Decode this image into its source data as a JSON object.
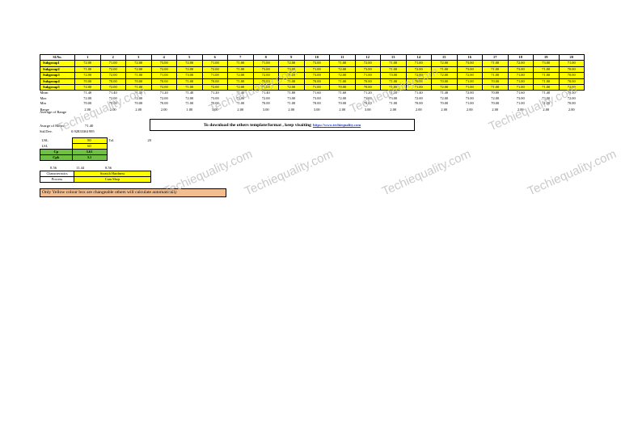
{
  "table": {
    "header": [
      "Sl.No.",
      "1",
      "2",
      "3",
      "4",
      "5",
      "6",
      "7",
      "8",
      "9",
      "10",
      "11",
      "12",
      "13",
      "14",
      "15",
      "16",
      "17",
      "18",
      "19",
      "20"
    ],
    "subgroups": [
      {
        "name": "Subgroup1",
        "values": [
          "72.00",
          "71.00",
          "72.00",
          "73.00",
          "72.00",
          "71.00",
          "71.00",
          "71.00",
          "72.00",
          "73.00",
          "71.00",
          "72.00",
          "71.00",
          "71.00",
          "72.00",
          "73.00",
          "71.00",
          "72.00",
          "73.00",
          "71.00"
        ]
      },
      {
        "name": "Subgroup2",
        "values": [
          "71.00",
          "72.00",
          "72.00",
          "72.00",
          "72.00",
          "72.00",
          "71.00",
          "73.00",
          "73.00",
          "71.00",
          "72.00",
          "73.00",
          "71.00",
          "72.00",
          "71.00",
          "73.00",
          "71.00",
          "73.00",
          "71.00",
          "70.00"
        ]
      },
      {
        "name": "Subgroup3",
        "values": [
          "72.00",
          "72.00",
          "71.00",
          "71.00",
          "73.00",
          "71.00",
          "72.00",
          "72.00",
          "71.00",
          "73.00",
          "72.00",
          "71.00",
          "73.00",
          "72.00",
          "72.00",
          "72.00",
          "71.00",
          "71.00",
          "71.00",
          "70.00"
        ]
      },
      {
        "name": "Subgroup4",
        "values": [
          "70.00",
          "70.00",
          "70.00",
          "70.00",
          "71.00",
          "70.00",
          "71.00",
          "70.00",
          "71.00",
          "70.00",
          "71.00",
          "70.00",
          "71.00",
          "70.00",
          "70.00",
          "71.00",
          "70.00",
          "71.00",
          "71.00",
          "70.00"
        ]
      },
      {
        "name": "Subgroup5",
        "values": [
          "72.00",
          "72.00",
          "71.00",
          "72.00",
          "71.00",
          "72.00",
          "72.00",
          "71.00",
          "72.00",
          "71.00",
          "70.00",
          "70.00",
          "71.00",
          "71.00",
          "72.00",
          "71.00",
          "71.00",
          "71.00",
          "71.00",
          "72.00"
        ]
      }
    ],
    "stats": [
      {
        "name": "Mean",
        "values": [
          "71.40",
          "71.40",
          "71.40",
          "71.20",
          "71.40",
          "71.20",
          "71.40",
          "71.40",
          "71.80",
          "71.60",
          "71.60",
          "71.20",
          "71.20",
          "71.40",
          "71.40",
          "72.00",
          "70.80",
          "71.60",
          "71.40",
          "70.40"
        ]
      },
      {
        "name": "Max",
        "values": [
          "72.00",
          "72.00",
          "72.00",
          "72.00",
          "72.00",
          "73.00",
          "73.00",
          "72.00",
          "73.00",
          "73.00",
          "72.00",
          "73.00",
          "73.00",
          "72.00",
          "72.00",
          "73.00",
          "72.00",
          "73.00",
          "73.00",
          "72.00"
        ]
      },
      {
        "name": "Min",
        "values": [
          "70.00",
          "70.00",
          "70.00",
          "70.00",
          "71.00",
          "70.00",
          "71.00",
          "70.00",
          "71.00",
          "70.00",
          "70.00",
          "70.00",
          "71.00",
          "70.00",
          "70.00",
          "71.00",
          "70.00",
          "71.00",
          "71.00",
          "70.00"
        ]
      },
      {
        "name": "Range",
        "values": [
          "2.00",
          "2.00",
          "2.00",
          "2.00",
          "1.00",
          "3.00",
          "2.00",
          "3.00",
          "2.00",
          "3.00",
          "2.00",
          "3.00",
          "2.00",
          "2.00",
          "2.00",
          "2.00",
          "2.00",
          "2.00",
          "2.00",
          "2.00"
        ]
      }
    ]
  },
  "summary": {
    "avg_range_label": "Average of Range",
    "avg_mean_label": "Avarge of Mean",
    "avg_mean_value": "71.40",
    "stdev_label": "Std.Dev.",
    "stdev_value": "0.92833361995",
    "usl_label": "USL",
    "usl_value": "80",
    "lsl_label": "LSL",
    "lsl_value": "60",
    "tol_label": "Tol.",
    "tol_value": "20",
    "cp_label": "Cp",
    "cp_value": "3.61",
    "cpk_label": "Cpk",
    "cpk_value": "3.1",
    "sv_left": "8.56",
    "sv_mid": "11.44",
    "sv_right": "8.56"
  },
  "banner": {
    "text": "To download the others template/format , keep visaiting",
    "url": "https://www.techiequality.com"
  },
  "meta": {
    "characteristics_label": "Characteristics",
    "characteristics_value": "Scratch Hardness",
    "process_label": "Process",
    "process_value": "Cam Shop"
  },
  "note": "Only Yellow colour box are changeable others will calculate automatically",
  "watermark": "Techiequality.com",
  "colors": {
    "editable": "#ffff00",
    "result": "#6fc040",
    "note": "#f3be8f",
    "link": "#1f3fd0"
  }
}
